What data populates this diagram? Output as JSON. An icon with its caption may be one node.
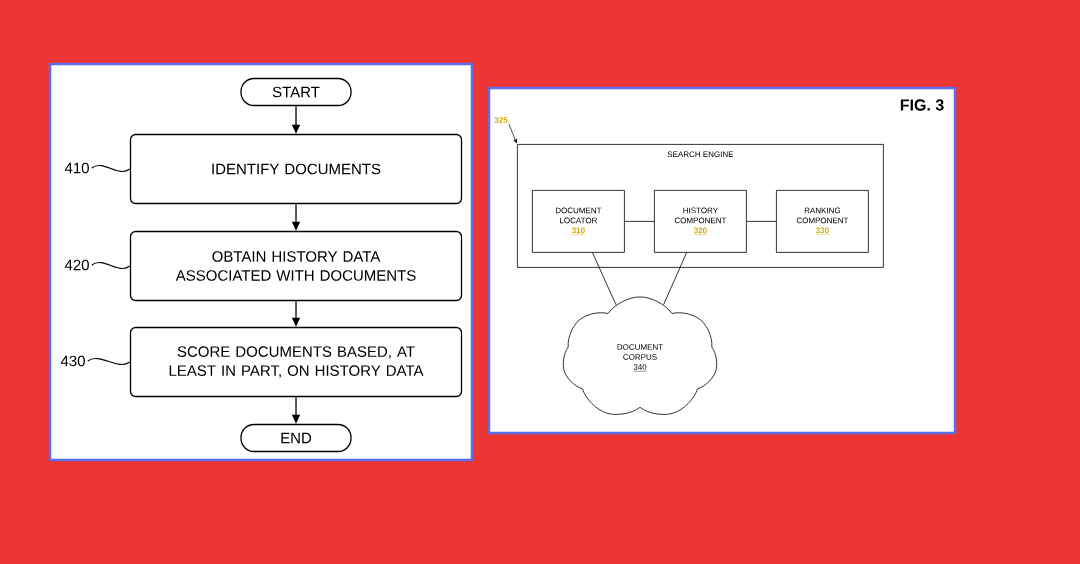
{
  "diagram": {
    "nodes": [
      {
        "text": [
          "START"
        ]
      },
      {
        "text": [
          "IDENTIFY DOCUMENTS"
        ]
      },
      {
        "text": [
          "OBTAIN HISTORY DATA ASSOCIATED WITH DOCUMENTS"
        ]
      },
      {
        "text": [
          "SCORE DOCUMENTS BASED, AT LEAST IN PART, ON HISTORY DATA"
        ]
      },
      {
        "text": [
          "END"
        ]
      },
      {
        "text": [
          "410"
        ]
      },
      {
        "text": [
          "420"
        ]
      },
      {
        "text": [
          "430"
        ]
      },
      {
        "text": [
          "325"
        ]
      },
      {
        "text": [
          "SEARCH ENGINE"
        ]
      },
      {
        "text": [
          "DOCUMENT LOCATOR",
          "310"
        ],
        "in": 9
      },
      {
        "text": [
          "HISTORY COMPONENT",
          "320"
        ],
        "in": 9
      },
      {
        "text": [
          "RANKING COMPONENT",
          "330"
        ],
        "in": 9
      },
      {
        "text": [
          "DOCUMENT CORPUS",
          "340"
        ]
      }
    ],
    "edges": [
      {
        "from": 0,
        "to": 1,
        "arrow": "to"
      },
      {
        "from": 1,
        "to": 2,
        "arrow": "to"
      },
      {
        "from": 2,
        "to": 3,
        "arrow": "to"
      },
      {
        "from": 3,
        "to": 4,
        "arrow": "to"
      },
      {
        "from": 5,
        "to": 1,
        "arrow": "none"
      },
      {
        "from": 6,
        "to": 2,
        "arrow": "none"
      },
      {
        "from": 7,
        "to": 3,
        "arrow": "none"
      },
      {
        "from": 8,
        "to": 9,
        "arrow": "to"
      },
      {
        "from": 10,
        "to": 11,
        "arrow": "none"
      },
      {
        "from": 11,
        "to": 12,
        "arrow": "none"
      },
      {
        "from": 10,
        "to": 13,
        "arrow": "none"
      },
      {
        "from": 11,
        "to": 13,
        "arrow": "none"
      }
    ],
    "labels": [
      "FIG. 3"
    ]
  }
}
